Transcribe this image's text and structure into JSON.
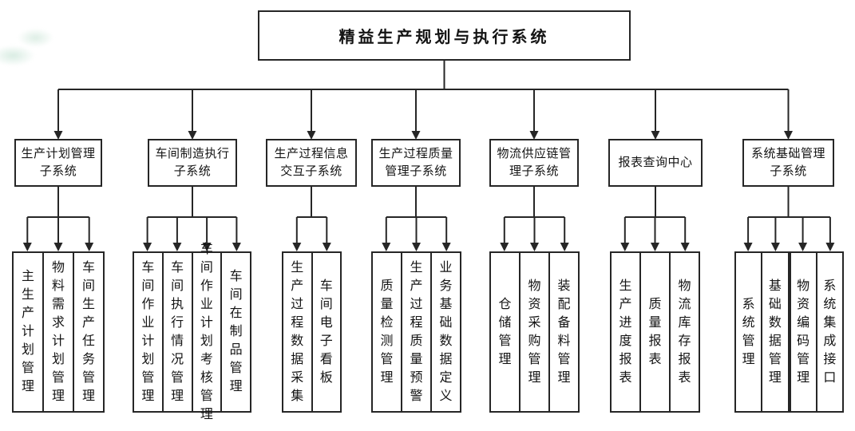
{
  "colors": {
    "line": "#262626",
    "background": "#ffffff",
    "watermark_tint": "#dcebe2"
  },
  "root": {
    "title": "精益生产规划与执行系统"
  },
  "subsystems": [
    {
      "label": "生产计划管理子系统",
      "children": [
        "主生产计划管理",
        "物料需求计划管理",
        "车间生产任务管理"
      ]
    },
    {
      "label": "车间制造执行子系统",
      "children": [
        "车间作业计划管理",
        "车间执行情况管理",
        "车间作业计划考核管理",
        "车间在制品管理"
      ]
    },
    {
      "label": "生产过程信息交互子系统",
      "children": [
        "生产过程数据采集",
        "车间电子看板"
      ]
    },
    {
      "label": "生产过程质量管理子系统",
      "children": [
        "质量检测管理",
        "生产过程质量预警",
        "业务基础数据定义"
      ]
    },
    {
      "label": "物流供应链管理子系统",
      "children": [
        "仓储管理",
        "物资采购管理",
        "装配备料管理"
      ]
    },
    {
      "label": "报表查询中心",
      "children": [
        "生产进度报表",
        "质量报表",
        "物流库存报表"
      ]
    },
    {
      "label": "系统基础管理子系统",
      "children": [
        "系统管理",
        "基础数据管理",
        "物资编码管理",
        "系统集成接口"
      ]
    }
  ]
}
